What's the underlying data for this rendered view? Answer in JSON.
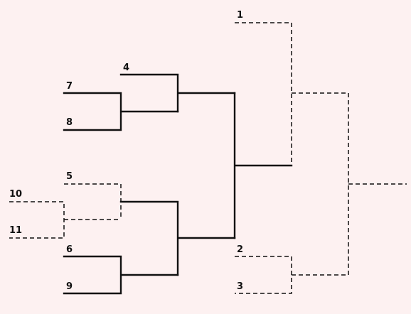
{
  "background_color": "#fdf1f1",
  "line_color": "#111111",
  "seeds": {
    "s1": "1",
    "s2": "2",
    "s3": "3",
    "s4": "4",
    "s5": "5",
    "s6": "6",
    "s7": "7",
    "s8": "8",
    "s9": "9",
    "s10": "10",
    "s11": "11"
  }
}
